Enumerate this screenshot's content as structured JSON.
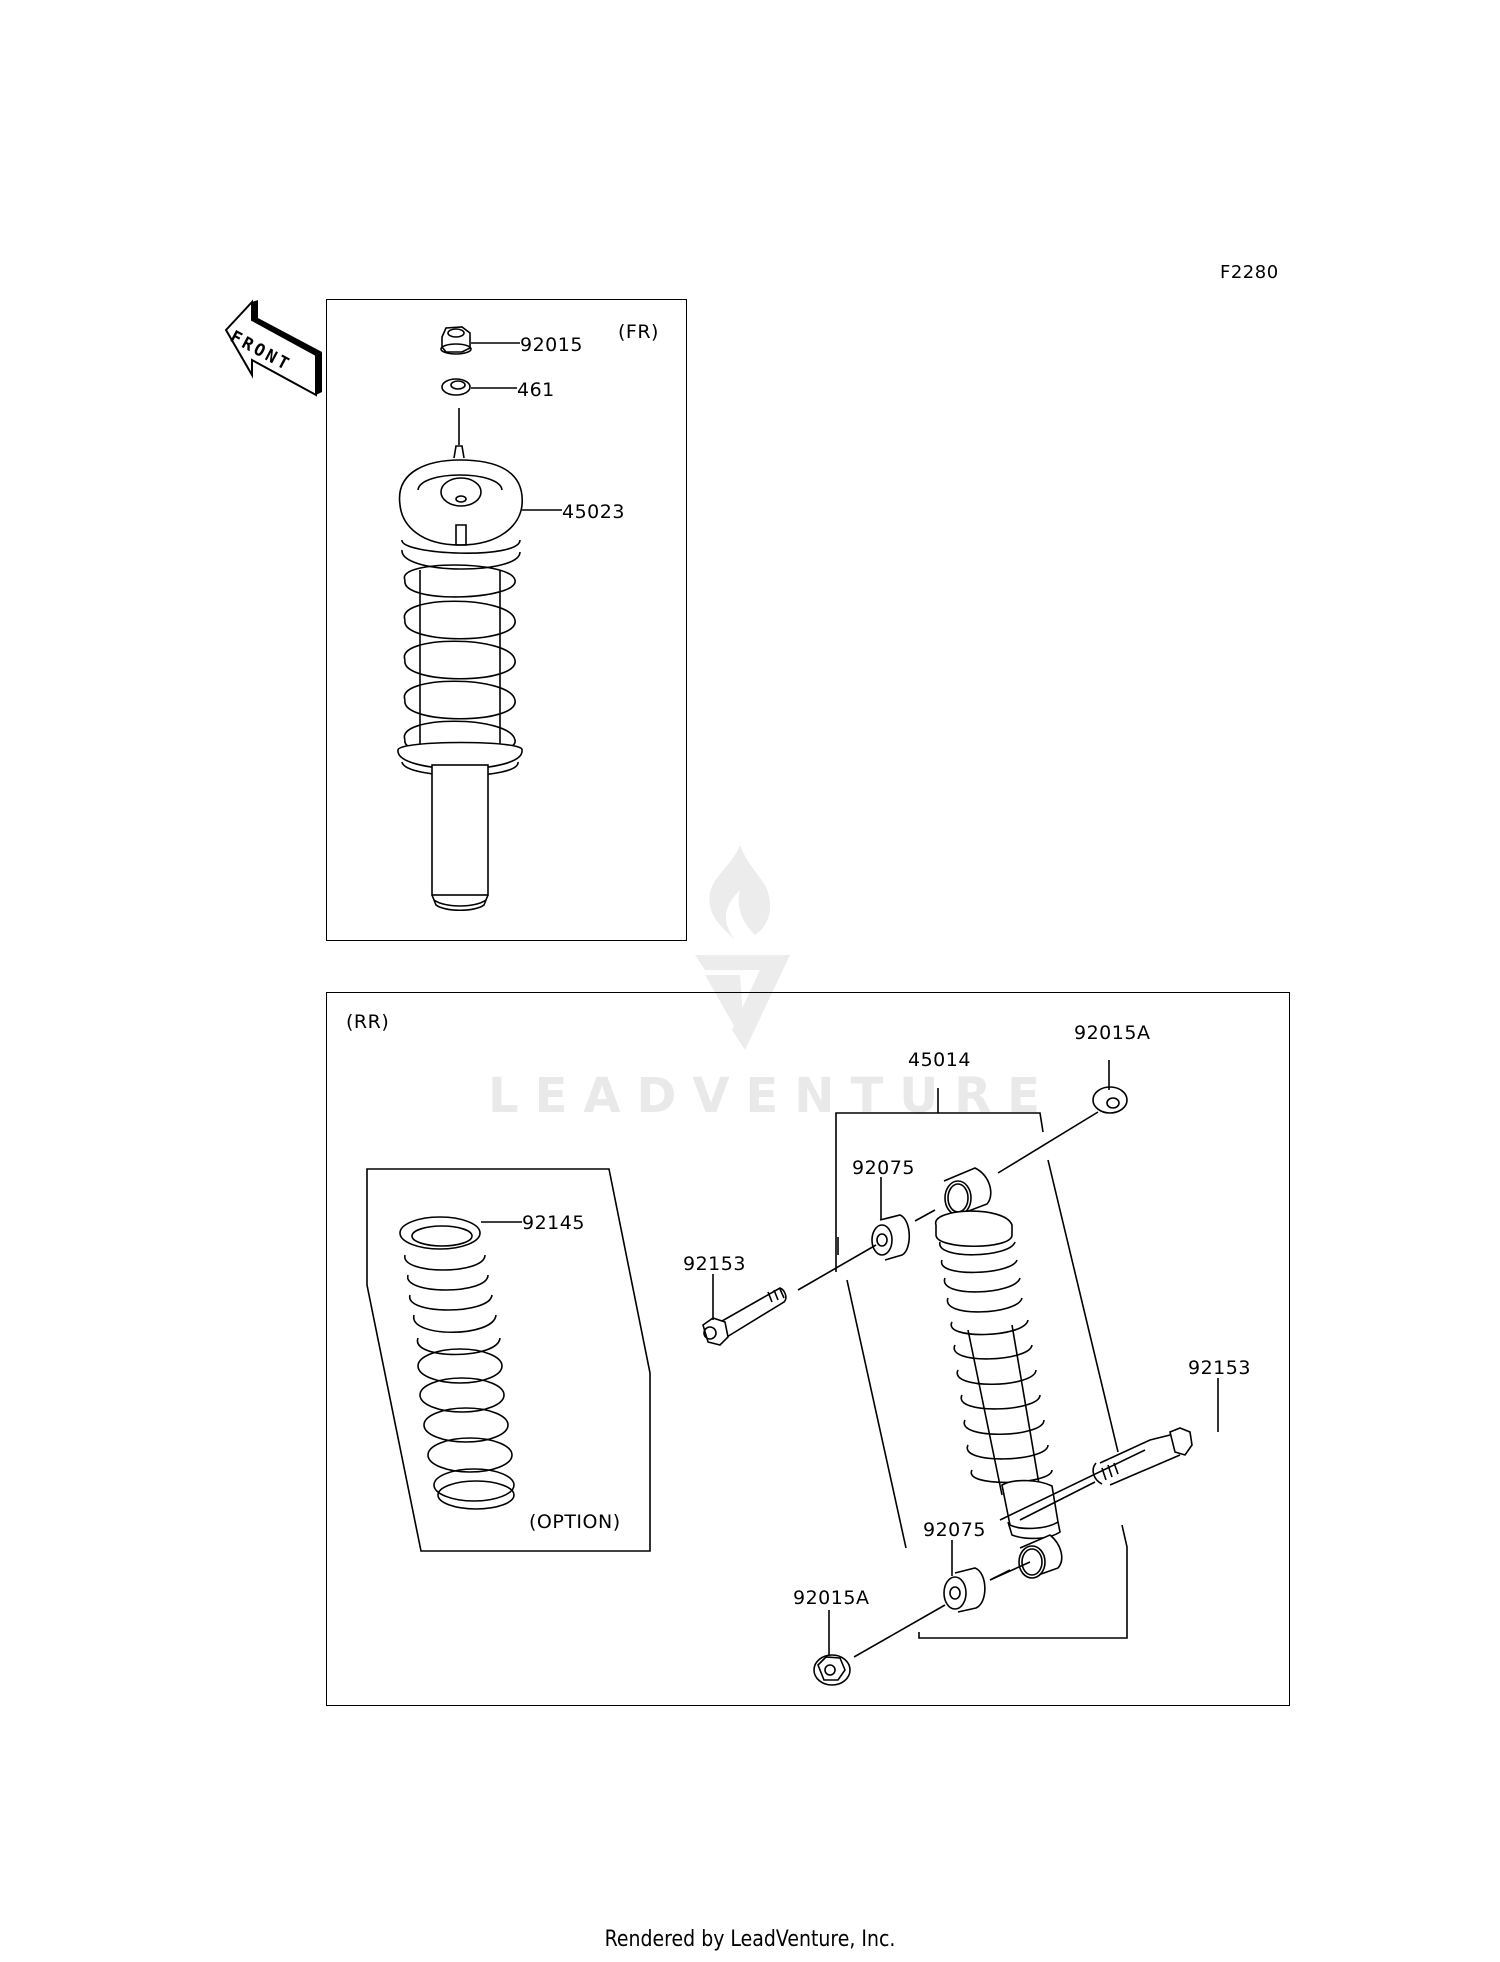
{
  "diagram": {
    "figure_code": "F2280",
    "direction_indicator": "FRONT",
    "footer": "Rendered by LeadVenture, Inc.",
    "watermark": "LEADVENTURE",
    "sections": {
      "front": {
        "label": "(FR)",
        "parts": [
          {
            "number": "92015",
            "description": "flange nut"
          },
          {
            "number": "461",
            "description": "washer"
          },
          {
            "number": "45023",
            "description": "front shock absorber assembly"
          }
        ]
      },
      "rear": {
        "label": "(RR)",
        "option_label": "(OPTION)",
        "parts": [
          {
            "number": "92145",
            "description": "optional spring"
          },
          {
            "number": "45014",
            "description": "rear shock absorber assembly"
          },
          {
            "number": "92015A",
            "description": "upper flange nut"
          },
          {
            "number": "92075",
            "description": "upper bushing"
          },
          {
            "number": "92153",
            "description": "upper bolt"
          },
          {
            "number": "92153",
            "description": "lower bolt"
          },
          {
            "number": "92075",
            "description": "lower bushing"
          },
          {
            "number": "92015A",
            "description": "lower flange nut"
          }
        ]
      }
    }
  }
}
